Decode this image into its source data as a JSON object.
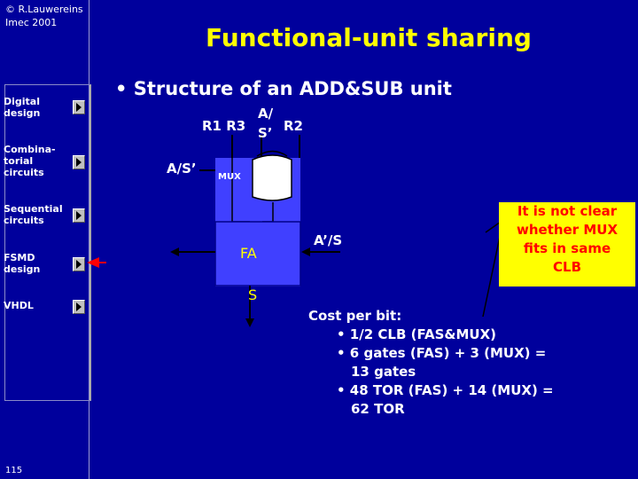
{
  "header": {
    "copyright": "© R.Lauwereins",
    "institute": "Imec 2001",
    "title": "Functional-unit sharing",
    "page_number": "115"
  },
  "nav": {
    "items": [
      {
        "label": "Digital design"
      },
      {
        "label": "Combina-torial circuits"
      },
      {
        "label": "Sequential circuits"
      },
      {
        "label": "FSMD design"
      },
      {
        "label": "VHDL"
      }
    ]
  },
  "content": {
    "bullet": "• Structure of an ADD&SUB unit",
    "labels": {
      "r1r3": "R1 R3",
      "a_top": "A/",
      "s_bottom": "S’",
      "r2": "R2",
      "as_left": "A/S’",
      "mux": "MUX",
      "fa": "FA",
      "as_right": "A’/S",
      "s_out": "S"
    },
    "callout": {
      "line1": "It is not clear",
      "line2": "whether MUX",
      "line3": "fits in same",
      "line4": "CLB"
    },
    "cost": {
      "heading": "Cost per bit:",
      "line1": "• 1/2 CLB (FAS&MUX)",
      "line2": "• 6 gates (FAS) + 3 (MUX) =",
      "line3": "13 gates",
      "line4": "• 48 TOR (FAS) + 14 (MUX) =",
      "line5": "62 TOR"
    }
  },
  "colors": {
    "background": "#00009c",
    "title": "#ffff00",
    "callout_bg": "#ffff00",
    "callout_text": "#ff0000",
    "block": "#4040ff",
    "nav_pointer": "#ff0000"
  }
}
